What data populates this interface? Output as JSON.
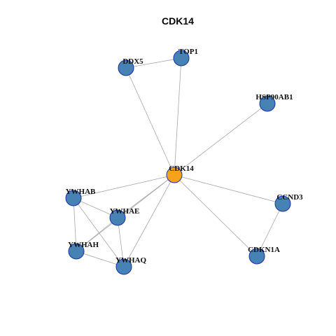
{
  "title": "CDK14",
  "colors": {
    "center_node": "#f7a21b",
    "neighbor_node": "#4682b4",
    "node_border": "#1a2fb0",
    "edge": "#a8a8a8"
  },
  "network": {
    "center": "CDK14",
    "nodes": [
      {
        "id": "CDK14"
      },
      {
        "id": "TOP1"
      },
      {
        "id": "DDX5"
      },
      {
        "id": "HSP90AB1"
      },
      {
        "id": "YWHAB"
      },
      {
        "id": "YWHAE"
      },
      {
        "id": "YWHAH"
      },
      {
        "id": "YWHAQ"
      },
      {
        "id": "CCND3"
      },
      {
        "id": "CDKN1A"
      }
    ],
    "edges": [
      [
        "CDK14",
        "TOP1"
      ],
      [
        "CDK14",
        "DDX5"
      ],
      [
        "CDK14",
        "HSP90AB1"
      ],
      [
        "CDK14",
        "YWHAB"
      ],
      [
        "CDK14",
        "YWHAE"
      ],
      [
        "CDK14",
        "YWHAH"
      ],
      [
        "CDK14",
        "YWHAQ"
      ],
      [
        "CDK14",
        "CCND3"
      ],
      [
        "CDK14",
        "CDKN1A"
      ],
      [
        "DDX5",
        "TOP1"
      ],
      [
        "YWHAB",
        "YWHAE"
      ],
      [
        "YWHAB",
        "YWHAH"
      ],
      [
        "YWHAB",
        "YWHAQ"
      ],
      [
        "YWHAE",
        "YWHAH"
      ],
      [
        "YWHAE",
        "YWHAQ"
      ],
      [
        "YWHAH",
        "YWHAQ"
      ],
      [
        "CCND3",
        "CDKN1A"
      ]
    ]
  }
}
